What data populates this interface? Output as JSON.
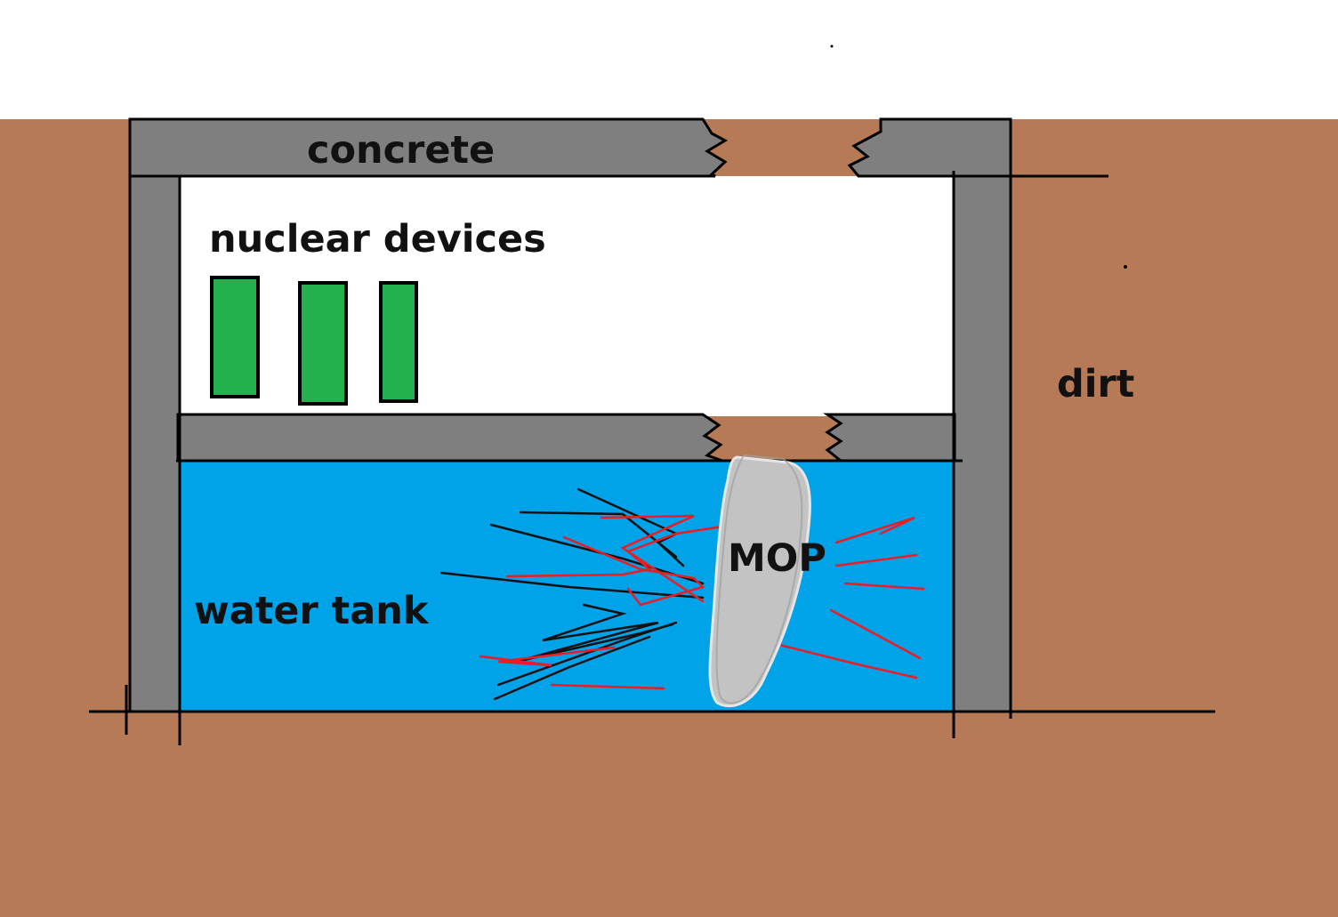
{
  "labels": {
    "concrete": "concrete",
    "nuclear_devices": "nuclear devices",
    "dirt": "dirt",
    "water_tank": "water tank",
    "mop": "MOP"
  },
  "colors": {
    "sky": "#ffffff",
    "dirt": "#b77a56",
    "concrete": "#7f7f7f",
    "water": "#00a2e8",
    "device": "#22b14c",
    "mop": "#c3c3c3",
    "debris_black": "#111111",
    "debris_red": "#ed1c24",
    "outline": "#000000"
  },
  "icons": {
    "device": "nuclear-device-icon",
    "projectile": "mop-projectile-icon"
  }
}
